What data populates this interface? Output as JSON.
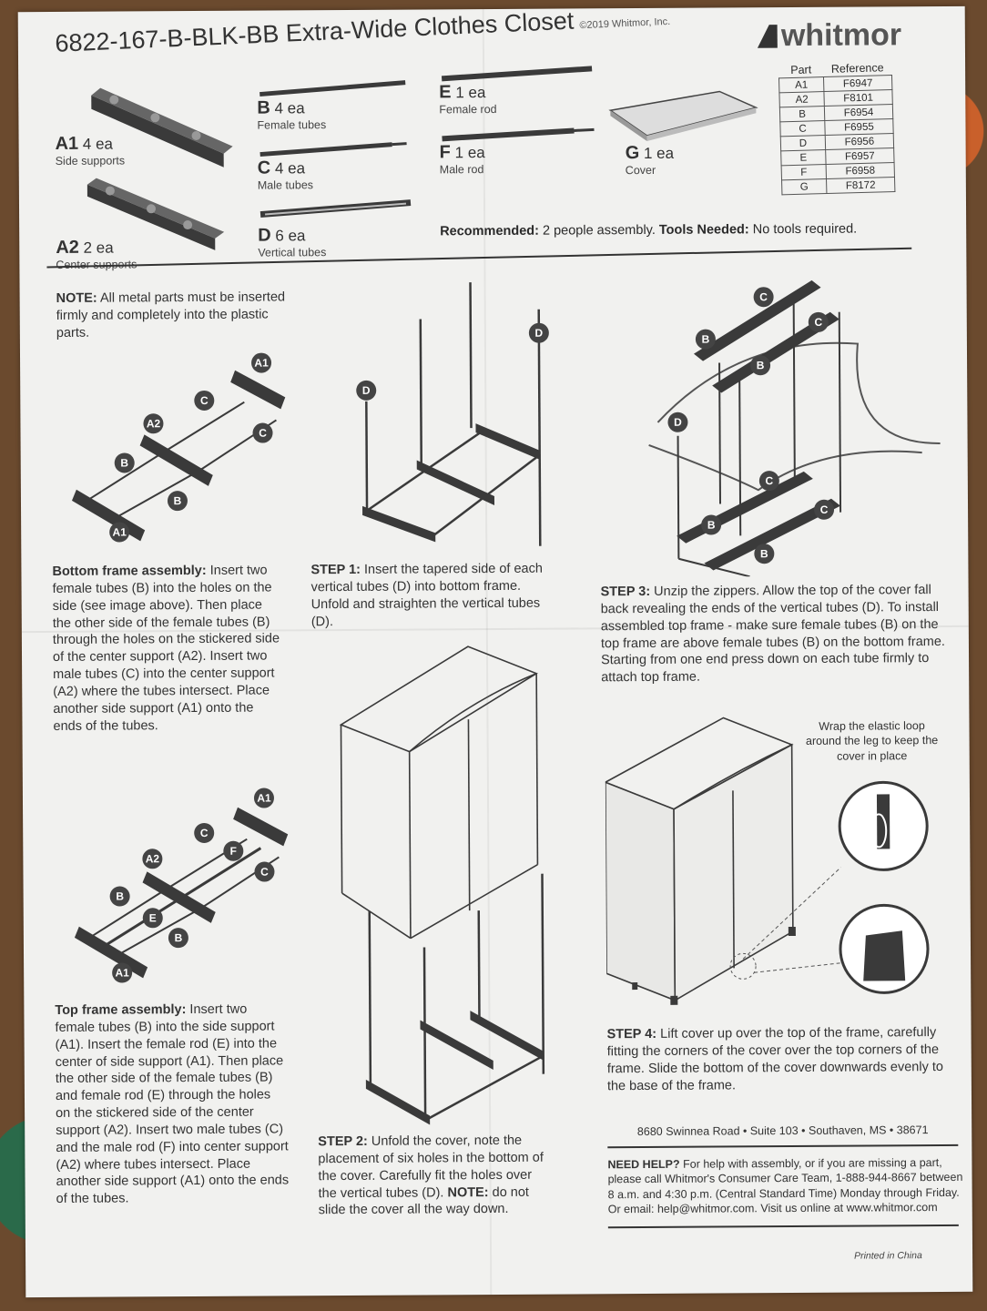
{
  "header": {
    "title": "6822-167-B-BLK-BB Extra-Wide Clothes Closet",
    "copyright": "©2019 Whitmor, Inc.",
    "brand": "whitmor"
  },
  "parts": {
    "a1": {
      "code": "A1",
      "qty": "4 ea",
      "name": "Side supports"
    },
    "a2": {
      "code": "A2",
      "qty": "2 ea",
      "name": "Center supports"
    },
    "b": {
      "code": "B",
      "qty": "4 ea",
      "name": "Female tubes"
    },
    "c": {
      "code": "C",
      "qty": "4 ea",
      "name": "Male tubes"
    },
    "d": {
      "code": "D",
      "qty": "6 ea",
      "name": "Vertical tubes"
    },
    "e": {
      "code": "E",
      "qty": "1 ea",
      "name": "Female rod"
    },
    "f": {
      "code": "F",
      "qty": "1 ea",
      "name": "Male rod"
    },
    "g": {
      "code": "G",
      "qty": "1 ea",
      "name": "Cover"
    }
  },
  "reference": {
    "headers": [
      "Part",
      "Reference"
    ],
    "rows": [
      [
        "A1",
        "F6947"
      ],
      [
        "A2",
        "F8101"
      ],
      [
        "B",
        "F6954"
      ],
      [
        "C",
        "F6955"
      ],
      [
        "D",
        "F6956"
      ],
      [
        "E",
        "F6957"
      ],
      [
        "F",
        "F6958"
      ],
      [
        "G",
        "F8172"
      ]
    ]
  },
  "recommended": {
    "label1": "Recommended:",
    "text1": "2 people assembly.",
    "label2": "Tools Needed:",
    "text2": "No tools required."
  },
  "note": {
    "label": "NOTE:",
    "text": "All metal parts must be inserted firmly and completely into the plastic parts."
  },
  "bottom_frame": {
    "label": "Bottom frame assembly:",
    "text": "Insert two female tubes (B) into the holes on the side (see image above). Then place the other side of the female tubes (B) through the holes on the stickered side of the center support (A2). Insert two male tubes (C) into the center support (A2) where the tubes intersect. Place another side support (A1) onto the ends of the tubes."
  },
  "top_frame": {
    "label": "Top frame assembly:",
    "text": "Insert two female tubes (B) into the side support (A1). Insert the female rod (E) into the center of side support (A1). Then place the other side of the female tubes (B) and female rod (E) through the holes on the stickered side of the center support (A2). Insert two male tubes (C) and the male rod (F) into center support (A2) where tubes intersect. Place another side support (A1) onto the ends of the tubes."
  },
  "step1": {
    "label": "STEP 1:",
    "text": "Insert the tapered side of each vertical tubes (D) into bottom frame. Unfold and straighten the vertical tubes (D)."
  },
  "step2": {
    "label": "STEP 2:",
    "text": "Unfold the cover, note the placement of six holes in the bottom of the cover. Carefully fit the holes over the vertical tubes (D).",
    "note_label": "NOTE:",
    "note_text": "do not slide the cover all the way down."
  },
  "step3": {
    "label": "STEP 3:",
    "text": "Unzip the zippers. Allow the top of the cover fall back revealing the ends of the vertical tubes (D). To install assembled top frame - make sure female tubes (B) on the top frame are above female tubes (B) on the bottom frame. Starting from one end press down on each tube firmly to attach top frame."
  },
  "step4": {
    "label": "STEP 4:",
    "text": "Lift cover up over the top of the frame, carefully fitting the corners of the cover over the top corners of the frame. Slide the bottom of the cover downwards evenly to the base of the frame."
  },
  "elastic_note": "Wrap the elastic loop around the leg to keep the cover in place",
  "address": "8680 Swinnea Road • Suite 103 • Southaven, MS • 38671",
  "help": {
    "label": "NEED HELP?",
    "text": "For help with assembly, or if you are missing a part, please call Whitmor's Consumer Care Team, 1-888-944-8667 between 8 a.m. and 4:30 p.m. (Central Standard Time) Monday through Friday. Or email: help@whitmor.com. Visit us online at www.whitmor.com"
  },
  "printed": "Printed in China",
  "labels": {
    "a1": "A1",
    "a2": "A2",
    "b": "B",
    "c": "C",
    "d": "D",
    "e": "E",
    "f": "F"
  }
}
